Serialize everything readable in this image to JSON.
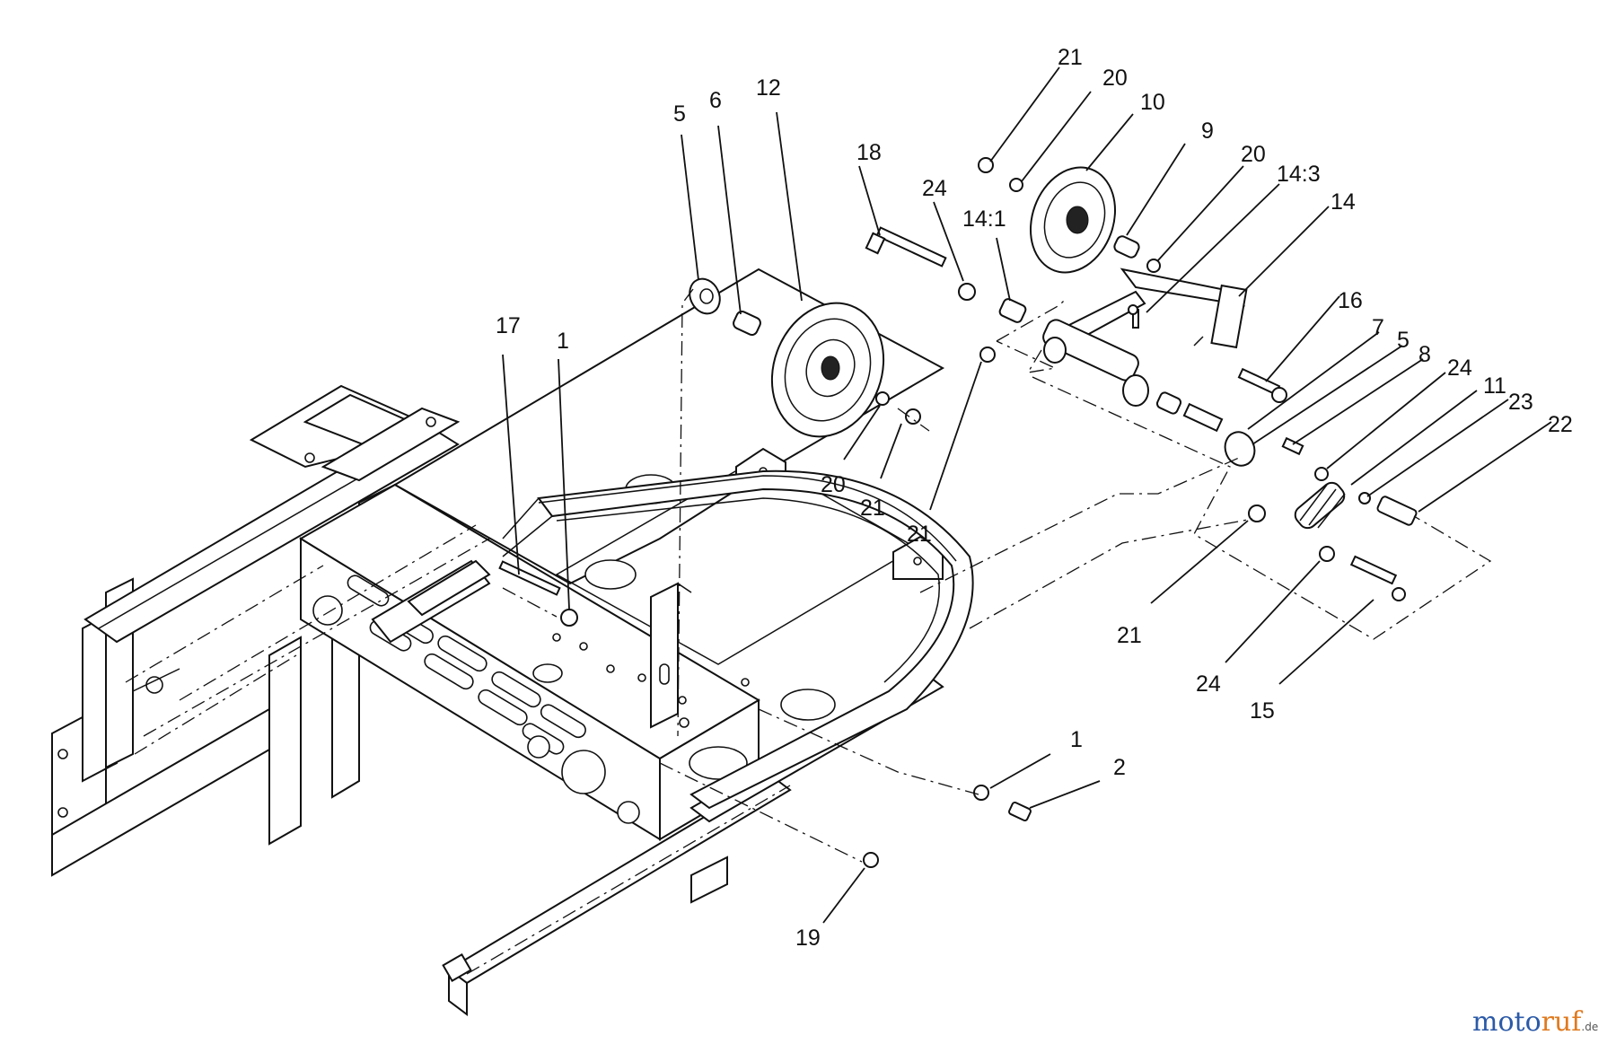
{
  "callouts": [
    {
      "id": "c21a",
      "text": "21"
    },
    {
      "id": "c20a",
      "text": "20"
    },
    {
      "id": "c10",
      "text": "10"
    },
    {
      "id": "c9",
      "text": "9"
    },
    {
      "id": "c20b",
      "text": "20"
    },
    {
      "id": "c14_3",
      "text": "14:3"
    },
    {
      "id": "c14",
      "text": "14"
    },
    {
      "id": "c18",
      "text": "18"
    },
    {
      "id": "c24a",
      "text": "24"
    },
    {
      "id": "c14_1",
      "text": "14:1"
    },
    {
      "id": "c5a",
      "text": "5"
    },
    {
      "id": "c6",
      "text": "6"
    },
    {
      "id": "c12",
      "text": "12"
    },
    {
      "id": "c16",
      "text": "16"
    },
    {
      "id": "c7",
      "text": "7"
    },
    {
      "id": "c5b",
      "text": "5"
    },
    {
      "id": "c8",
      "text": "8"
    },
    {
      "id": "c24b",
      "text": "24"
    },
    {
      "id": "c11",
      "text": "11"
    },
    {
      "id": "c23",
      "text": "23"
    },
    {
      "id": "c22",
      "text": "22"
    },
    {
      "id": "c17",
      "text": "17"
    },
    {
      "id": "c1a",
      "text": "1"
    },
    {
      "id": "c20c",
      "text": "20"
    },
    {
      "id": "c21b",
      "text": "21"
    },
    {
      "id": "c21c",
      "text": "21"
    },
    {
      "id": "c21d",
      "text": "21"
    },
    {
      "id": "c24c",
      "text": "24"
    },
    {
      "id": "c15",
      "text": "15"
    },
    {
      "id": "c1b",
      "text": "1"
    },
    {
      "id": "c2",
      "text": "2"
    },
    {
      "id": "c19",
      "text": "19"
    }
  ],
  "watermark": {
    "part1": "moto",
    "part2": "ruf",
    "suffix": ".de"
  }
}
